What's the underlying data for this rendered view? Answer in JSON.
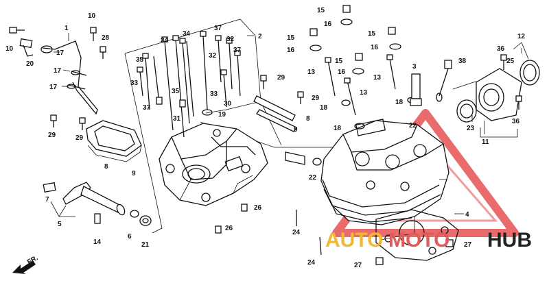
{
  "diagram": {
    "direction_label": "FR.",
    "watermark": {
      "text_a": "AUTO",
      "text_b": "MOTO",
      "text_c": "HUB",
      "color_a": "#f2b833",
      "color_b": "#e35a5a",
      "color_c": "#222222",
      "triangle_color": "#e23a3a"
    },
    "callouts": [
      {
        "id": "c1",
        "text": "1"
      },
      {
        "id": "c2",
        "text": "2"
      },
      {
        "id": "c3",
        "text": "3"
      },
      {
        "id": "c4",
        "text": "4"
      },
      {
        "id": "c5",
        "text": "5"
      },
      {
        "id": "c6",
        "text": "6"
      },
      {
        "id": "c7",
        "text": "7"
      },
      {
        "id": "c8a",
        "text": "8"
      },
      {
        "id": "c8b",
        "text": "8"
      },
      {
        "id": "c9a",
        "text": "9"
      },
      {
        "id": "c9b",
        "text": "9"
      },
      {
        "id": "c10a",
        "text": "10"
      },
      {
        "id": "c10b",
        "text": "10"
      },
      {
        "id": "c11",
        "text": "11"
      },
      {
        "id": "c12",
        "text": "12"
      },
      {
        "id": "c13a",
        "text": "13"
      },
      {
        "id": "c13b",
        "text": "13"
      },
      {
        "id": "c13c",
        "text": "13"
      },
      {
        "id": "c14",
        "text": "14"
      },
      {
        "id": "c15a",
        "text": "15"
      },
      {
        "id": "c15b",
        "text": "15"
      },
      {
        "id": "c15c",
        "text": "15"
      },
      {
        "id": "c15d",
        "text": "15"
      },
      {
        "id": "c16a",
        "text": "16"
      },
      {
        "id": "c16b",
        "text": "16"
      },
      {
        "id": "c16c",
        "text": "16"
      },
      {
        "id": "c16d",
        "text": "16"
      },
      {
        "id": "c17a",
        "text": "17"
      },
      {
        "id": "c17b",
        "text": "17"
      },
      {
        "id": "c17c",
        "text": "17"
      },
      {
        "id": "c18a",
        "text": "18"
      },
      {
        "id": "c18b",
        "text": "18"
      },
      {
        "id": "c18c",
        "text": "18"
      },
      {
        "id": "c19",
        "text": "19"
      },
      {
        "id": "c20",
        "text": "20"
      },
      {
        "id": "c21",
        "text": "21"
      },
      {
        "id": "c22a",
        "text": "22"
      },
      {
        "id": "c22b",
        "text": "22"
      },
      {
        "id": "c23",
        "text": "23"
      },
      {
        "id": "c24a",
        "text": "24"
      },
      {
        "id": "c24b",
        "text": "24"
      },
      {
        "id": "c25",
        "text": "25"
      },
      {
        "id": "c26a",
        "text": "26"
      },
      {
        "id": "c26b",
        "text": "26"
      },
      {
        "id": "c27a",
        "text": "27"
      },
      {
        "id": "c27b",
        "text": "27"
      },
      {
        "id": "c28",
        "text": "28"
      },
      {
        "id": "c29a",
        "text": "29"
      },
      {
        "id": "c29b",
        "text": "29"
      },
      {
        "id": "c29c",
        "text": "29"
      },
      {
        "id": "c29d",
        "text": "29"
      },
      {
        "id": "c30",
        "text": "30"
      },
      {
        "id": "c31",
        "text": "31"
      },
      {
        "id": "c32a",
        "text": "32"
      },
      {
        "id": "c32b",
        "text": "32"
      },
      {
        "id": "c33a",
        "text": "33"
      },
      {
        "id": "c33b",
        "text": "33"
      },
      {
        "id": "c34a",
        "text": "34"
      },
      {
        "id": "c34b",
        "text": "34"
      },
      {
        "id": "c35a",
        "text": "35"
      },
      {
        "id": "c35b",
        "text": "35"
      },
      {
        "id": "c36a",
        "text": "36"
      },
      {
        "id": "c36b",
        "text": "36"
      },
      {
        "id": "c37a",
        "text": "37"
      },
      {
        "id": "c37b",
        "text": "37"
      },
      {
        "id": "c37c",
        "text": "37"
      },
      {
        "id": "c38",
        "text": "38"
      }
    ]
  }
}
